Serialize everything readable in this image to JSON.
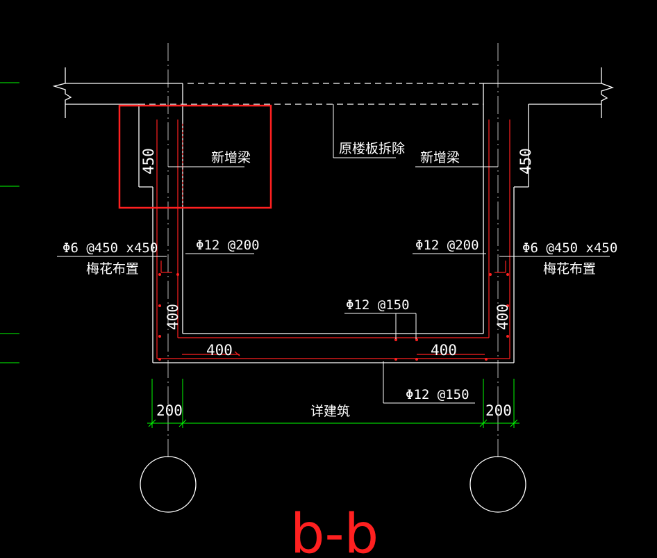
{
  "drawing": {
    "title": "b-b",
    "labels": {
      "new_beam_left": "新增梁",
      "new_beam_right": "新增梁",
      "remove_slab": "原楼板拆除",
      "plum_layout_left": "梅花布置",
      "plum_layout_right": "梅花布置",
      "see_architecture": "详建筑"
    },
    "rebar": {
      "tie_left": "Φ6 @450 x450",
      "tie_right": "Φ6 @450 x450",
      "wall_left": "Φ12 @200",
      "wall_right": "Φ12 @200",
      "bottom_top": "Φ12 @150",
      "bottom_bottom": "Φ12 @150"
    },
    "dimensions": {
      "beam_height_left": "450",
      "beam_height_right": "450",
      "haunch_left_v": "400",
      "haunch_right_v": "400",
      "haunch_left_h": "400",
      "haunch_right_h": "400",
      "wall_left": "200",
      "wall_right": "200"
    },
    "colors": {
      "background": "#000000",
      "lines": "#ffffff",
      "rebar": "#ff2020",
      "dimension": "#00ff00",
      "highlight": "#ff2020"
    }
  }
}
